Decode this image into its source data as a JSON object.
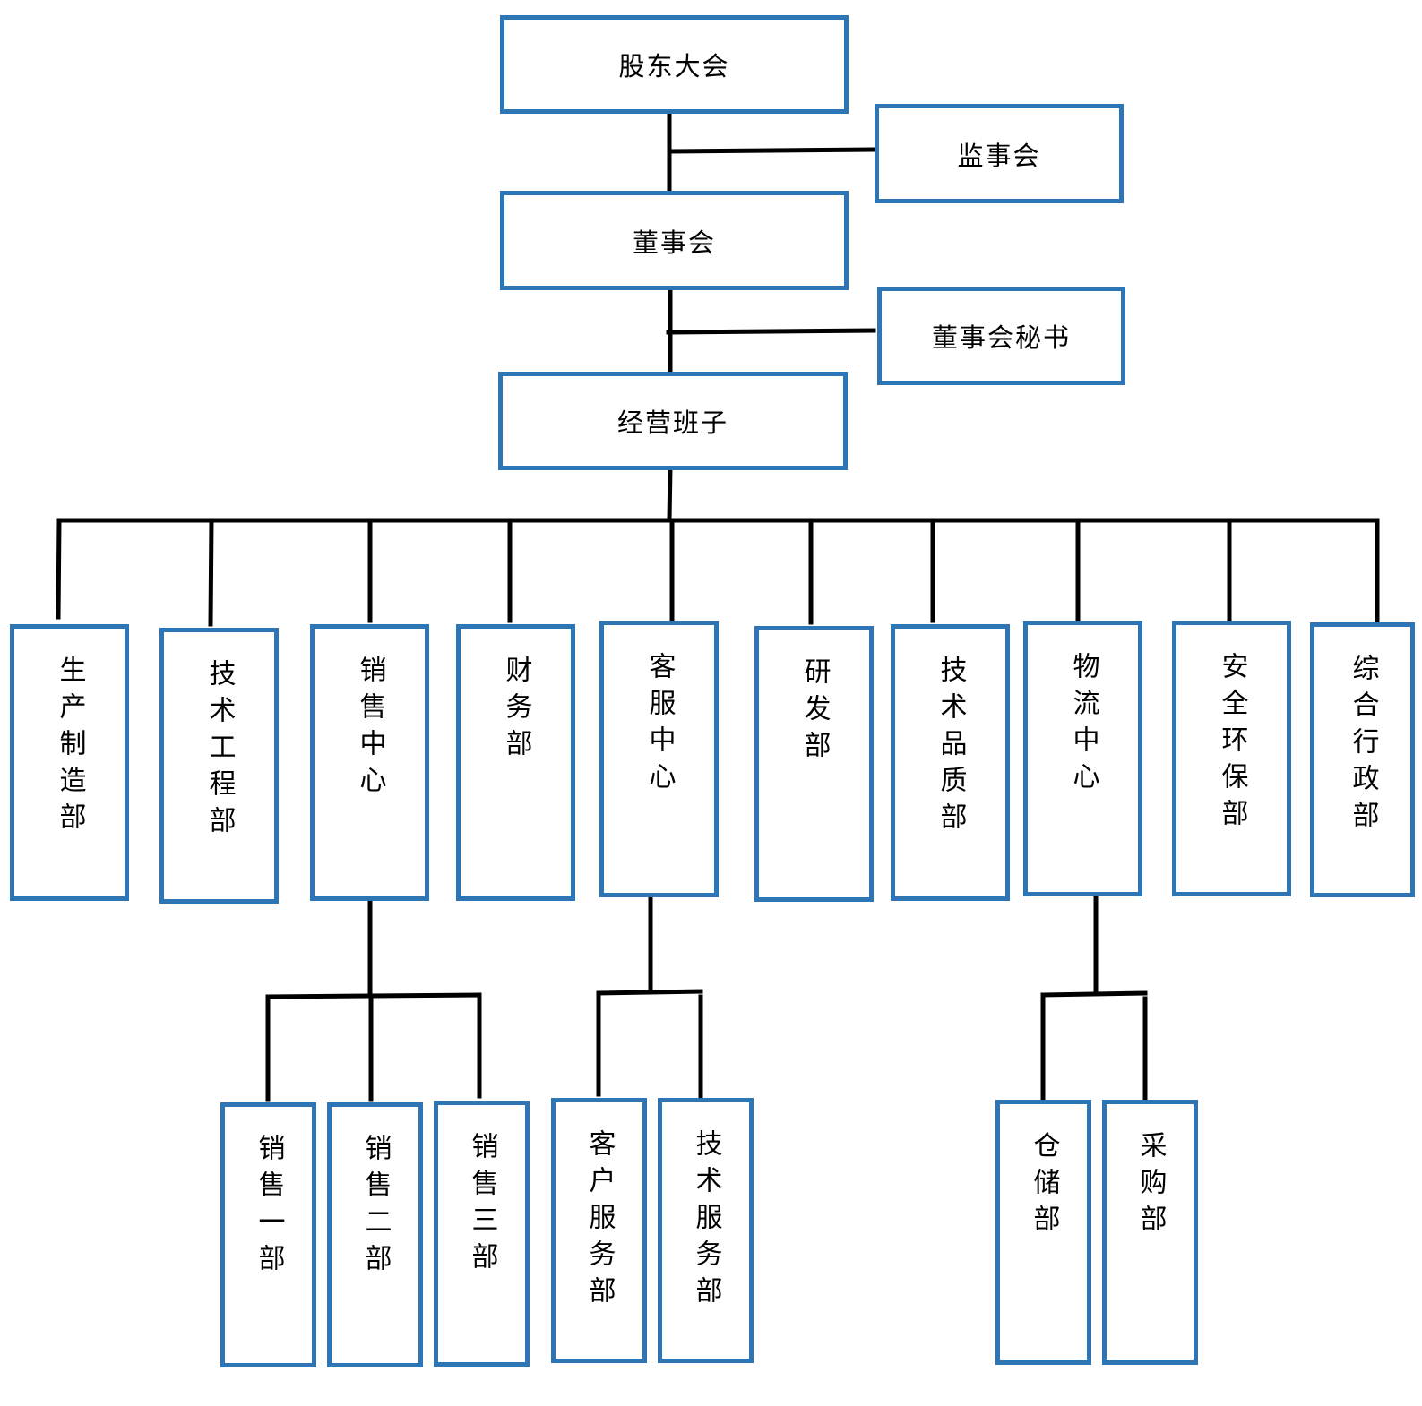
{
  "colors": {
    "box_border": "#2e75b6",
    "connector": "#000000",
    "background": "#ffffff"
  },
  "top": {
    "shareholders": "股东大会",
    "supervisory_board": "监事会",
    "board": "董事会",
    "board_secretary": "董事会秘书",
    "management": "经营班子"
  },
  "departments": {
    "production": "生产制造部",
    "tech_engineering": "技术工程部",
    "sales_center": "销售中心",
    "finance": "财务部",
    "customer_service_center": "客服中心",
    "rnd": "研发部",
    "tech_quality": "技术品质部",
    "logistics_center": "物流中心",
    "safety_env": "安全环保部",
    "admin": "综合行政部"
  },
  "sub_departments": {
    "sales_1": "销售一部",
    "sales_2": "销售二部",
    "sales_3": "销售三部",
    "customer_service": "客户服务部",
    "tech_service": "技术服务部",
    "warehouse": "仓储部",
    "procurement": "采购部"
  }
}
